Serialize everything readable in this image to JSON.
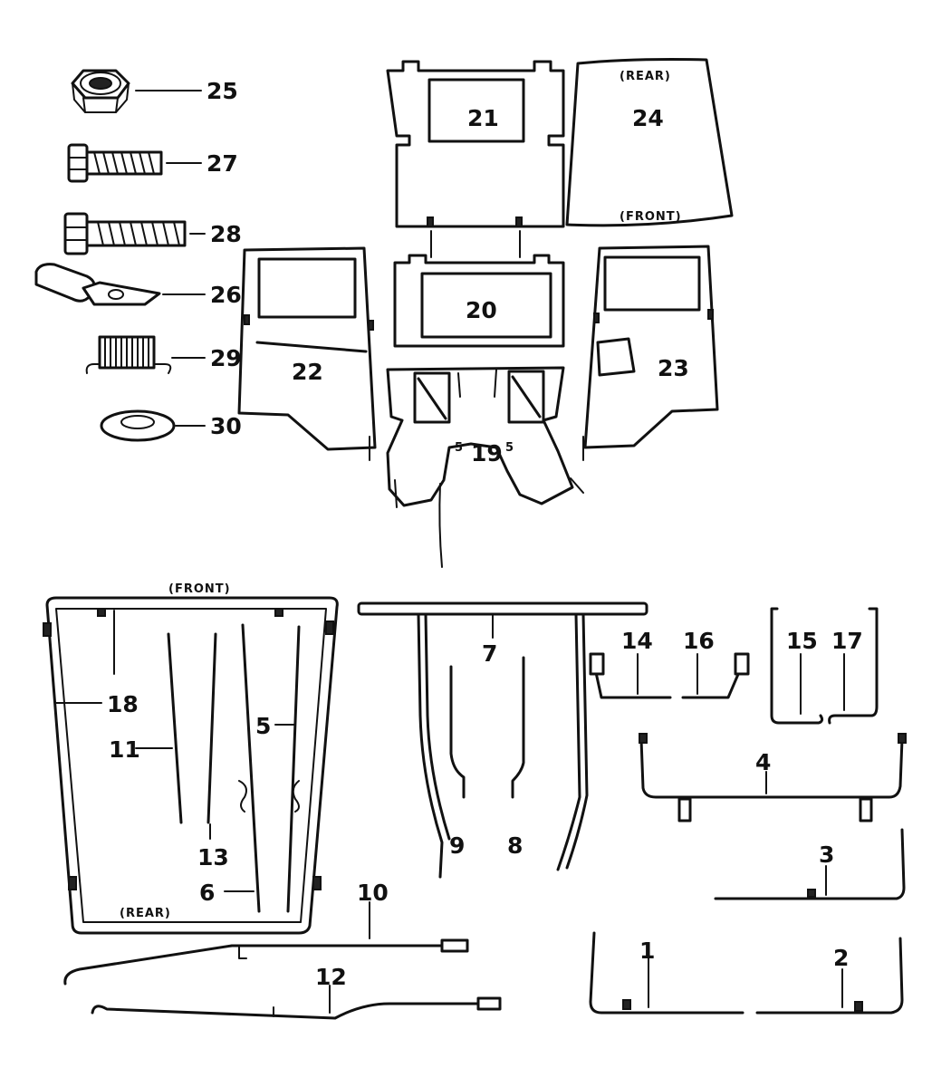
{
  "callouts": {
    "c1": "1",
    "c2": "2",
    "c3": "3",
    "c4": "4",
    "c5": "5",
    "c6": "6",
    "c7": "7",
    "c8": "8",
    "c9": "9",
    "c10": "10",
    "c11": "11",
    "c12": "12",
    "c13": "13",
    "c14": "14",
    "c15": "15",
    "c16": "16",
    "c17": "17",
    "c18": "18",
    "c19": "19",
    "c20": "20",
    "c21": "21",
    "c22": "22",
    "c23": "23",
    "c24": "24",
    "c25": "25",
    "c26": "26",
    "c27": "27",
    "c28": "28",
    "c29": "29",
    "c30": "30"
  },
  "labels": {
    "roof_rear": "(REAR)",
    "roof_front": "(FRONT)",
    "frame_front": "(FRONT)",
    "frame_rear": "(REAR)"
  },
  "side_marks": {
    "door_left": "5",
    "door_right": "5"
  }
}
